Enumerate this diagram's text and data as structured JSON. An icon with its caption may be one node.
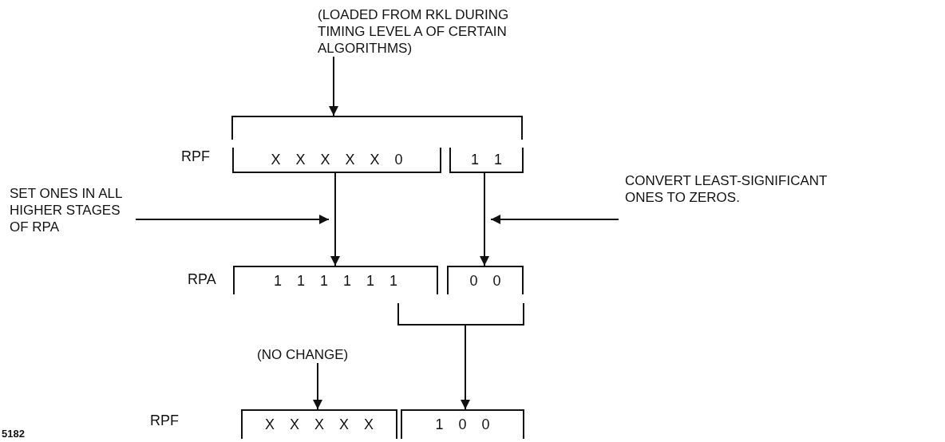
{
  "diagram": {
    "nodes": [
      {
        "text": [
          "(LOADED FROM RKL DURING TIMING LEVEL A OF CERTAIN ALGORITHMS)"
        ]
      },
      {
        "text": [
          "RPF"
        ]
      },
      {
        "text": [],
        "shape": "bracket",
        "in": 1
      },
      {
        "text": [
          "X X X X X 0"
        ],
        "in": 1
      },
      {
        "text": [
          "1 1"
        ],
        "in": 1
      },
      {
        "text": [
          "SET ONES IN ALL HIGHER STAGES OF RPA"
        ]
      },
      {
        "text": [
          "CONVERT LEAST-SIGNIFICANT ONES TO ZEROS."
        ]
      },
      {
        "text": [
          "RPA"
        ]
      },
      {
        "text": [
          "1 1 1 1 1 1"
        ],
        "in": 7
      },
      {
        "text": [
          "0 0"
        ],
        "in": 7
      },
      {
        "text": [],
        "shape": "bracket"
      },
      {
        "text": [
          "(NO CHANGE)"
        ]
      },
      {
        "text": [
          "RPF"
        ]
      },
      {
        "text": [
          "X X X X X"
        ],
        "in": 12
      },
      {
        "text": [
          "1 0 0"
        ],
        "in": 12
      }
    ],
    "edges": [
      {
        "from": 0,
        "to": 2,
        "arrow": "to"
      },
      {
        "from": 3,
        "to": 8,
        "arrow": "to"
      },
      {
        "from": 4,
        "to": 9,
        "arrow": "to"
      },
      {
        "from": 5,
        "to": null,
        "arrow": "to"
      },
      {
        "from": 6,
        "to": null,
        "arrow": "to"
      },
      {
        "from": 10,
        "to": 14,
        "arrow": "to"
      },
      {
        "from": 11,
        "to": 13,
        "arrow": "to"
      }
    ],
    "labels": [
      "5182"
    ]
  }
}
